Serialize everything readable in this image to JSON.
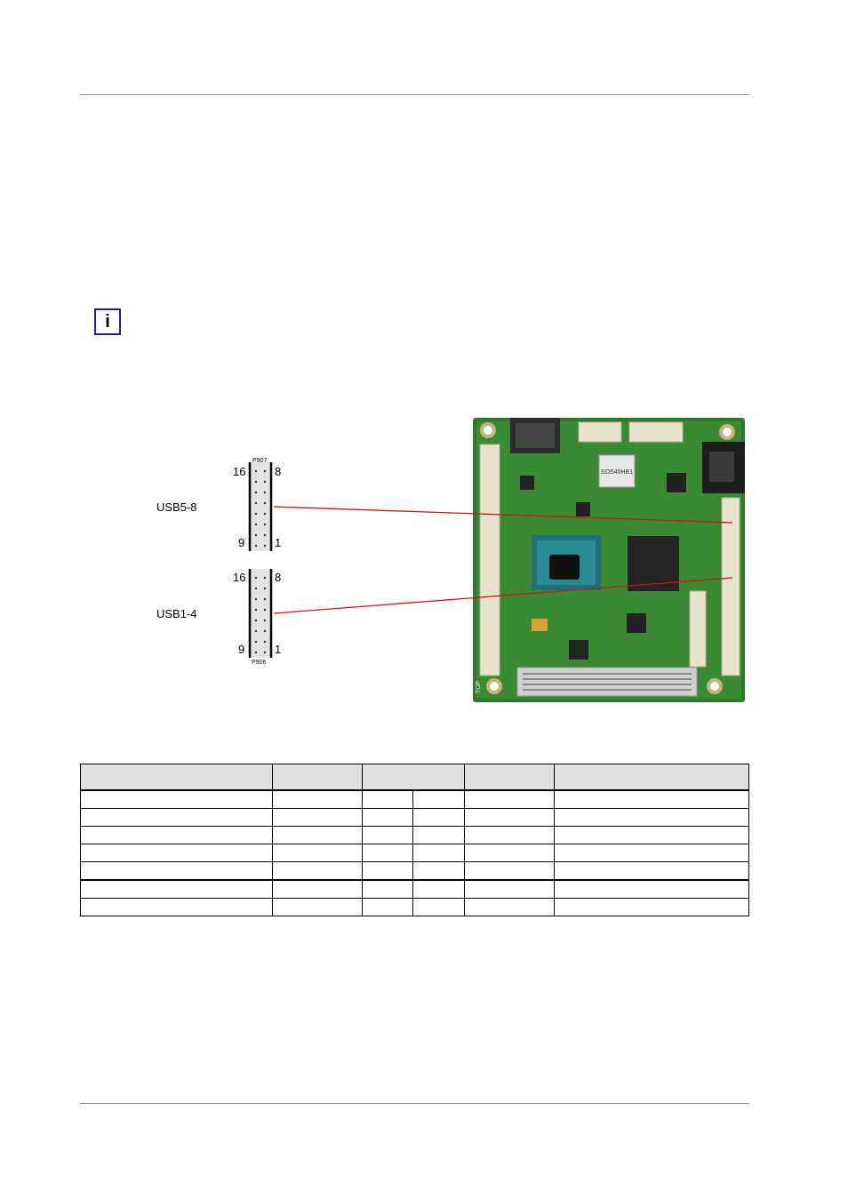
{
  "diagram": {
    "upper_connector": {
      "designator": "P907",
      "pin_top_left": "16",
      "pin_top_right": "8",
      "pin_bottom_left": "9",
      "pin_bottom_right": "1",
      "group_label": "USB5-8"
    },
    "lower_connector": {
      "designator": "P906",
      "pin_top_left": "16",
      "pin_top_right": "8",
      "pin_bottom_left": "9",
      "pin_bottom_right": "1",
      "group_label": "USB1-4"
    },
    "board_silk": {
      "chip_marking": "SOS40HB1",
      "corner_mark": "TOP"
    },
    "colors": {
      "pcb": "#2f7a2a",
      "leader_line": "#d21414",
      "connector_body": "#e4e4e4"
    }
  },
  "table": {
    "columns": 6,
    "rows": 7
  }
}
